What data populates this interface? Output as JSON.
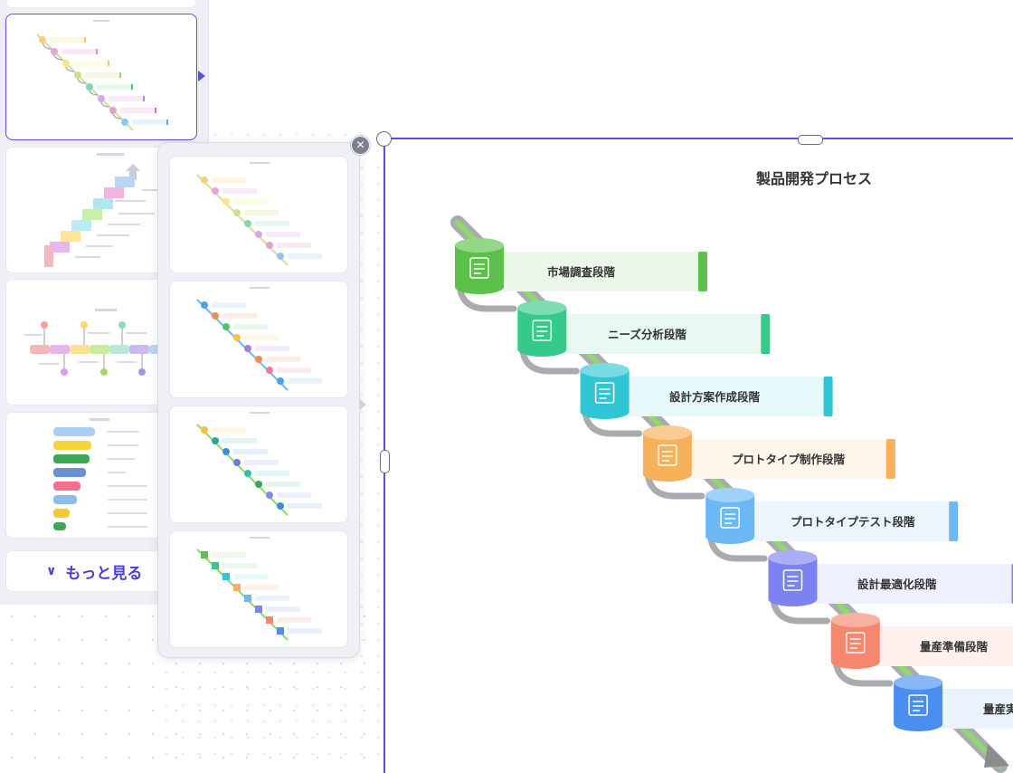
{
  "sidebar": {
    "more_label": "もっと見る",
    "more_icon": "chevron-down-icon"
  },
  "popover": {
    "close_icon": "close-icon"
  },
  "diagram": {
    "title": "製品開発プロセス",
    "steps": [
      {
        "label": "市場調査段階",
        "color": "#5cc14a",
        "icon": "document-icon"
      },
      {
        "label": "ニーズ分析段階",
        "color": "#35c98a",
        "icon": "analysis-icon"
      },
      {
        "label": "設計方案作成段階",
        "color": "#2fc7d6",
        "icon": "coat-icon"
      },
      {
        "label": "プロトタイプ制作段階",
        "color": "#f7b15a",
        "icon": "sewing-machine-icon"
      },
      {
        "label": "プロトタイプテスト段階",
        "color": "#6bb8f5",
        "icon": "test-machine-icon"
      },
      {
        "label": "設計最適化段階",
        "color": "#7c83f0",
        "icon": "dress-icon"
      },
      {
        "label": "量産準備段階",
        "color": "#f4876e",
        "icon": "briefcase-icon"
      },
      {
        "label": "量産実",
        "color": "#4a8ff0",
        "icon": "recycle-bin-icon"
      }
    ]
  },
  "colors": {
    "accent": "#5a4fe0",
    "rail": "#8fd86a"
  }
}
